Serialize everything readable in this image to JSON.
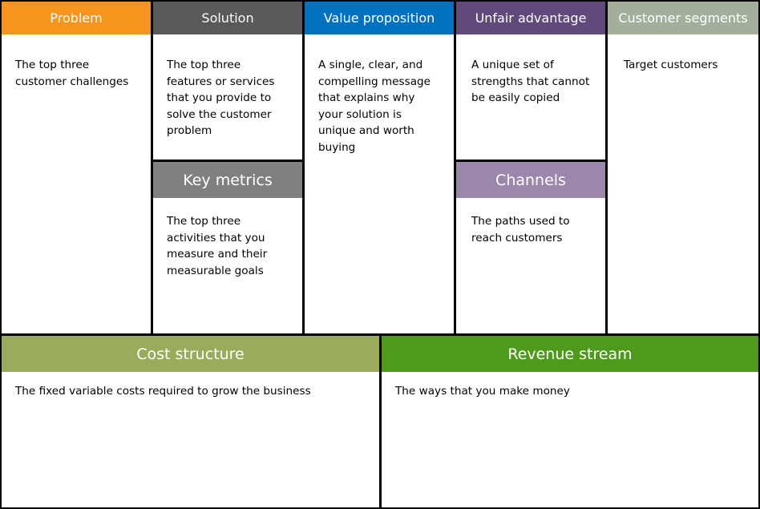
{
  "canvas": {
    "problem": {
      "title": "Problem",
      "text": "The top three customer challenges",
      "color": "#f7941d"
    },
    "solution": {
      "title": "Solution",
      "text": "The top three features or services that you provide to solve the customer problem",
      "color": "#595959"
    },
    "key_metrics": {
      "title": "Key metrics",
      "text": "The top three activities that you measure and their measurable goals",
      "color": "#808080"
    },
    "value_proposition": {
      "title": "Value proposition",
      "text": "A single, clear, and compelling message that explains why your solution is unique and worth buying",
      "color": "#0070c0"
    },
    "unfair_advantage": {
      "title": "Unfair advantage",
      "text": "A unique set of strengths that cannot be easily copied",
      "color": "#604a7b"
    },
    "channels": {
      "title": "Channels",
      "text": "The paths used to reach customers",
      "color": "#9c87ac"
    },
    "customer_segments": {
      "title": "Customer segments",
      "text": "Target customers",
      "color": "#a3ae9b"
    },
    "cost_structure": {
      "title": "Cost structure",
      "text": "The fixed variable costs required to grow the business",
      "color": "#9bab5c"
    },
    "revenue_stream": {
      "title": "Revenue stream",
      "text": "The ways that you make money",
      "color": "#4e9a1c"
    }
  }
}
